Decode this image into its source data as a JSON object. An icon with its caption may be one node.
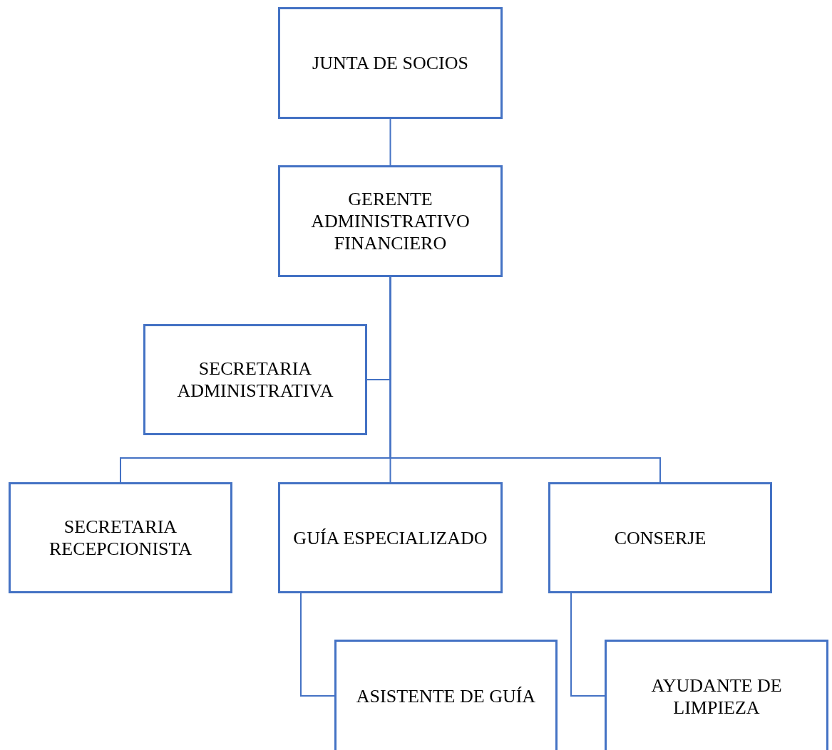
{
  "diagram": {
    "nodes": [
      {
        "text": [
          "JUNTA DE SOCIOS"
        ]
      },
      {
        "text": [
          "GERENTE ADMINISTRATIVO FINANCIERO"
        ]
      },
      {
        "text": [
          "SECRETARIA ADMINISTRATIVA"
        ]
      },
      {
        "text": [
          "SECRETARIA RECEPCIONISTA"
        ]
      },
      {
        "text": [
          "GUÍA ESPECIALIZADO"
        ]
      },
      {
        "text": [
          "CONSERJE"
        ]
      },
      {
        "text": [
          "ASISTENTE DE GUÍA"
        ]
      },
      {
        "text": [
          "AYUDANTE DE LIMPIEZA"
        ]
      }
    ],
    "edges": [
      {
        "from": 0,
        "to": 1,
        "arrow": "none"
      },
      {
        "from": 1,
        "to": 2,
        "arrow": "none"
      },
      {
        "from": 1,
        "to": 3,
        "arrow": "none"
      },
      {
        "from": 1,
        "to": 4,
        "arrow": "none"
      },
      {
        "from": 1,
        "to": 5,
        "arrow": "none"
      },
      {
        "from": 4,
        "to": 6,
        "arrow": "none"
      },
      {
        "from": 5,
        "to": 7,
        "arrow": "none"
      }
    ]
  }
}
